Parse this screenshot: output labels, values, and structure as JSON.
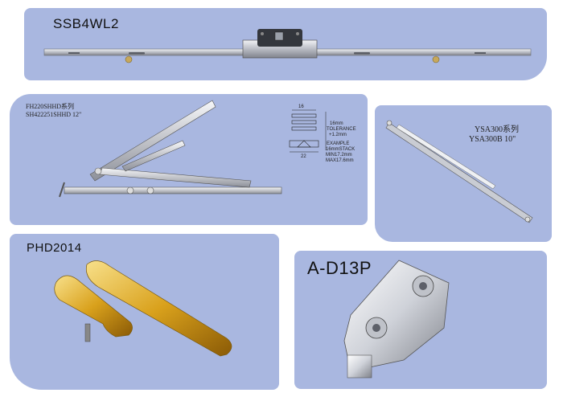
{
  "products": [
    {
      "code": "SSB4WL2"
    },
    {
      "code": "FH220SHHD系列",
      "sub": "SH422251SHHD 12\""
    },
    {
      "code": "YSA300系列",
      "sub": "YSA300B 10\""
    },
    {
      "code": "PHD2014"
    },
    {
      "code": "A-D13P"
    }
  ],
  "diagram": {
    "top_dim": "16",
    "bottom_dim": "22",
    "tolerance_lines": [
      "16mm",
      "TOLERANCE",
      "+1.2mm"
    ],
    "example_lines": [
      "EXAMPLE",
      "16mmSTACK",
      "MIN17.2mm",
      "MAX17.6mm"
    ]
  },
  "colors": {
    "panel": "#a9b7e0",
    "metal": "#c9ccd3",
    "gold": "#d9a11c"
  }
}
